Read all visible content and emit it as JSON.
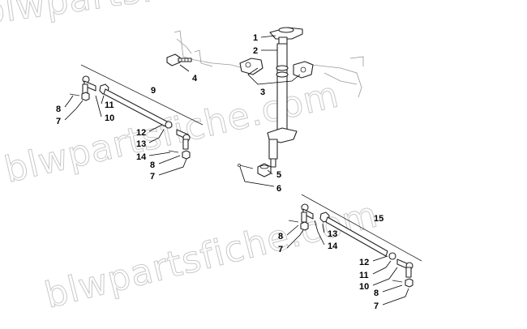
{
  "watermark": "blwpartsfiche.com",
  "callouts": {
    "c1": "1",
    "c2": "2",
    "c3": "3",
    "c4": "4",
    "c5": "5",
    "c6": "6",
    "c9": "9",
    "l8": "8",
    "l7": "7",
    "l11": "11",
    "l10": "10",
    "l12": "12",
    "l13": "13",
    "l14": "14",
    "l8b": "8",
    "l7b": "7",
    "c15": "15",
    "r8": "8",
    "r7": "7",
    "r13": "13",
    "r14": "14",
    "r12": "12",
    "r11": "11",
    "r10": "10",
    "r8b": "8",
    "r7b": "7"
  }
}
